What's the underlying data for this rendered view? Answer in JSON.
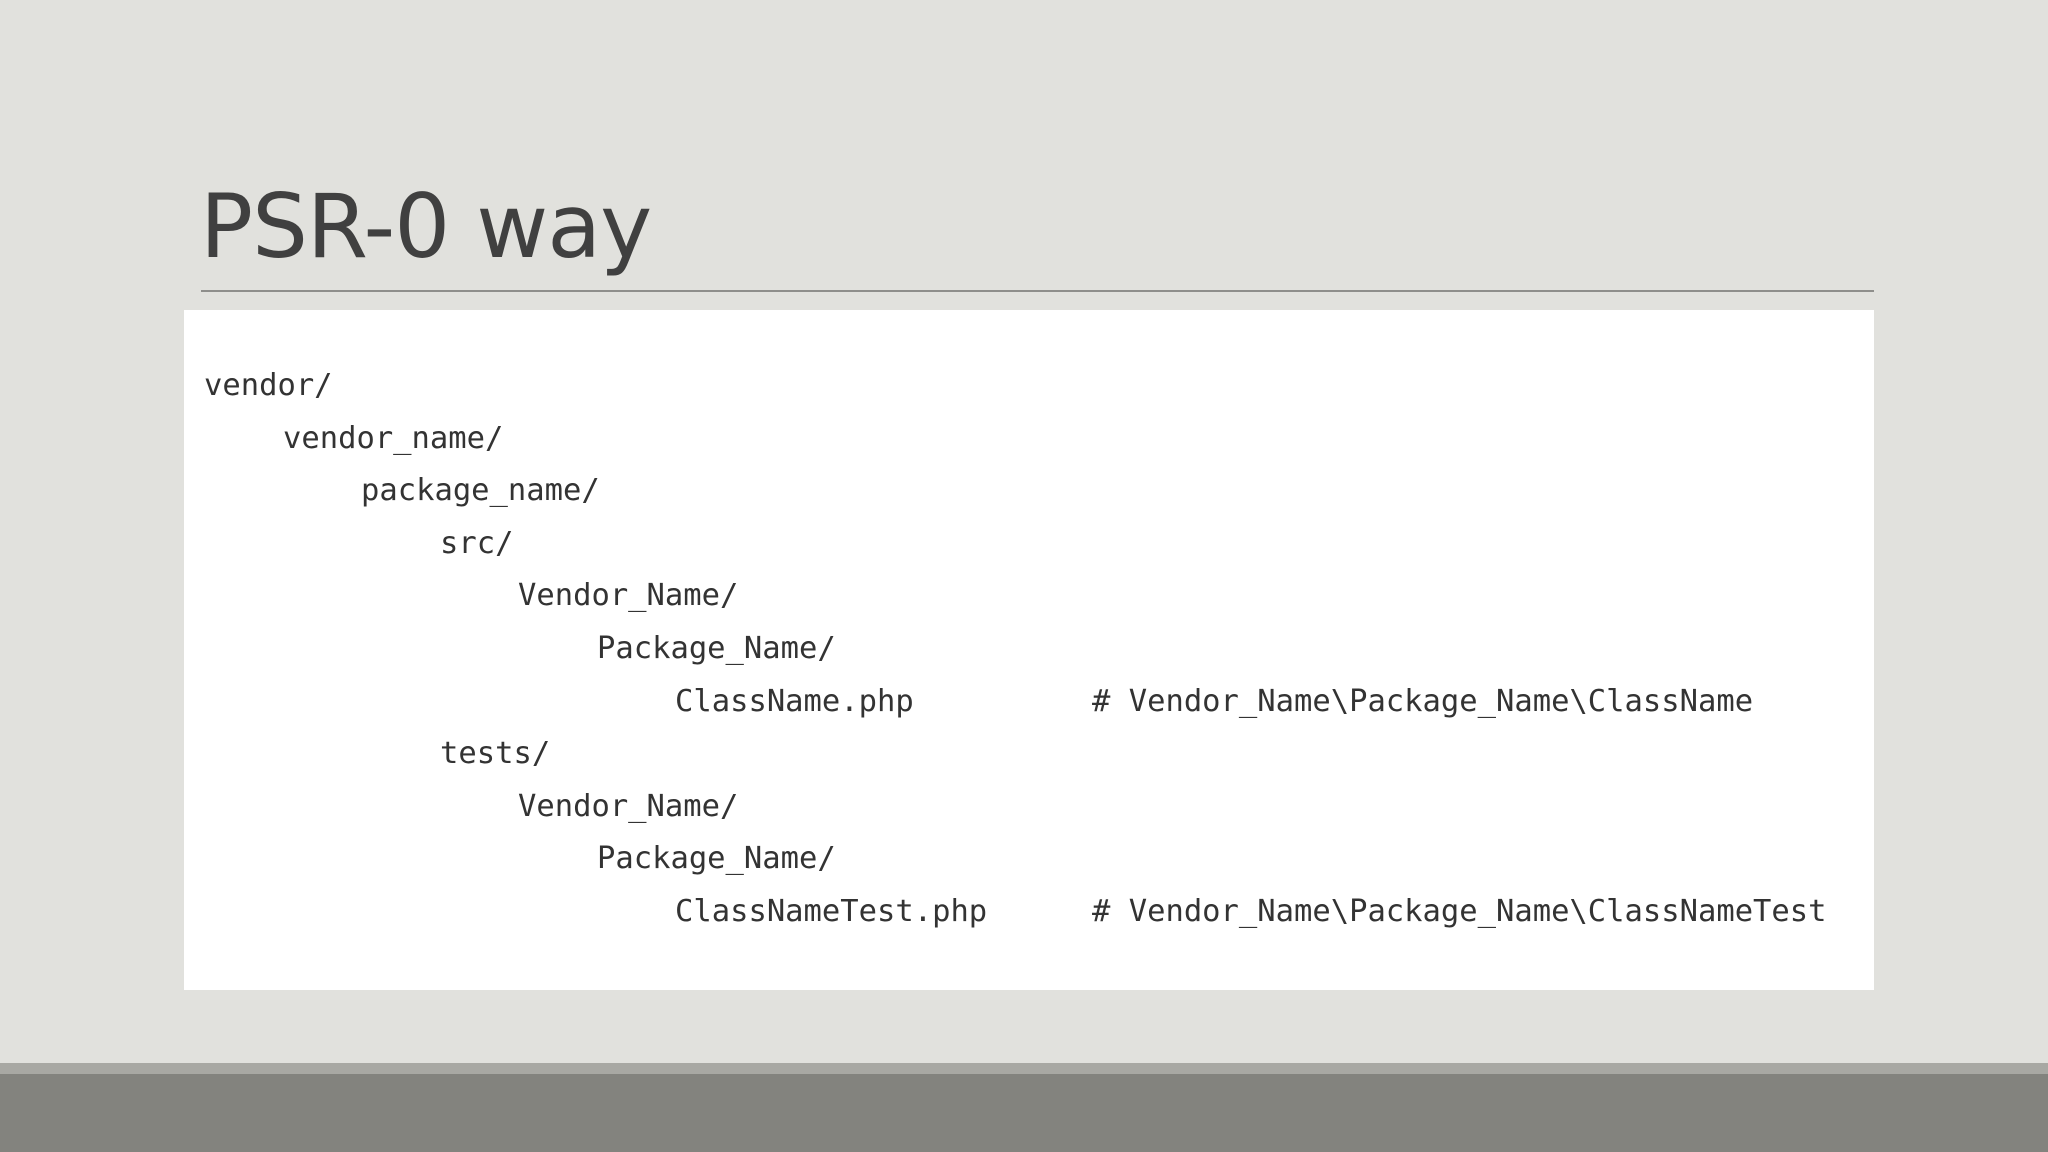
{
  "slide": {
    "title": "PSR-0 way",
    "code_lines": [
      {
        "text": "vendor/",
        "comment": ""
      },
      {
        "text": "vendor_name/",
        "comment": ""
      },
      {
        "text": "package_name/",
        "comment": ""
      },
      {
        "text": "src/",
        "comment": ""
      },
      {
        "text": "Vendor_Name/",
        "comment": ""
      },
      {
        "text": "Package_Name/",
        "comment": ""
      },
      {
        "text": "ClassName.php",
        "comment": "# Vendor_Name\\Package_Name\\ClassName"
      },
      {
        "text": "tests/",
        "comment": ""
      },
      {
        "text": "Vendor_Name/",
        "comment": ""
      },
      {
        "text": "Package_Name/",
        "comment": ""
      },
      {
        "text": "ClassNameTest.php",
        "comment": "# Vendor_Name\\Package_Name\\ClassNameTest"
      }
    ]
  },
  "colors": {
    "background": "#e1e1dd",
    "title_text": "#404040",
    "code_text": "#333333",
    "code_background": "#ffffff",
    "footer_bar": "#83837e",
    "footer_rule": "#a8a8a3"
  }
}
